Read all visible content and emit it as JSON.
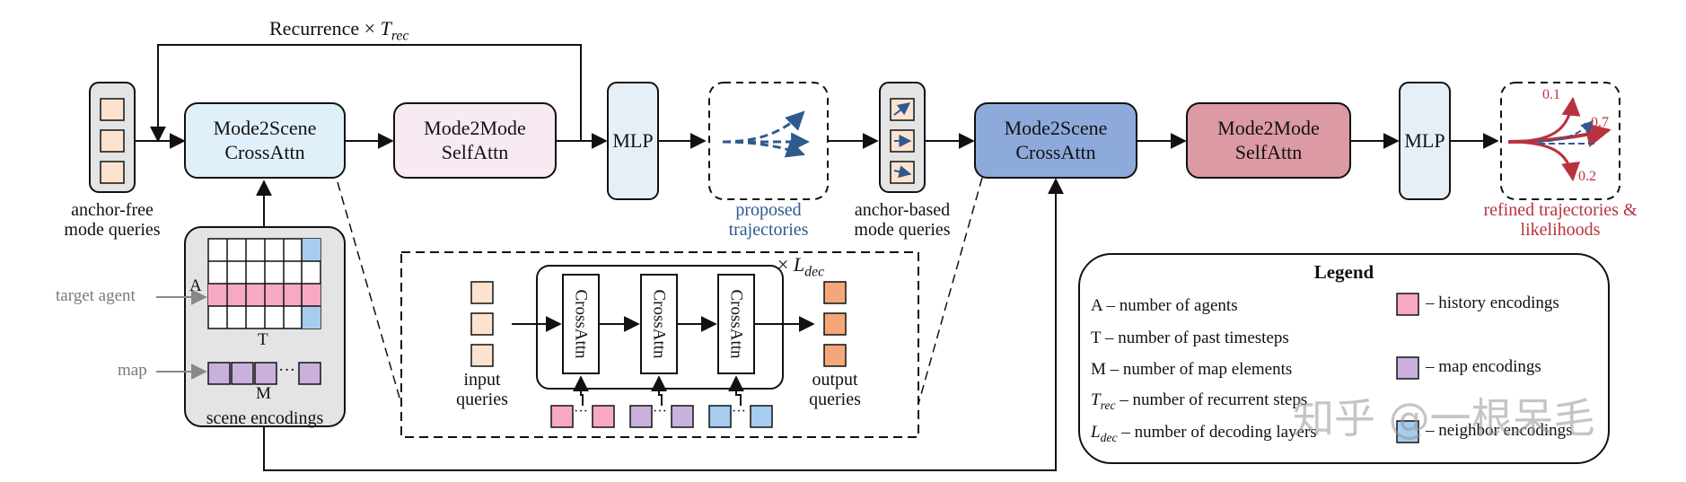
{
  "colors": {
    "ice_blue": "#dff0fa",
    "pink_light": "#f8eaf2",
    "steel_blue": "#8eaadb",
    "rose": "#dc9aa4",
    "query_fill": "#fbe3d0",
    "output_fill": "#f4a879",
    "history": "#f6a8c4",
    "map": "#c9b1dc",
    "neighbor": "#a6ccf0",
    "mlp_fill": "#e6eff5",
    "proposed_blue": "#2e5a8e",
    "refined_red": "#b8323e",
    "gray_label": "#7a7a7a"
  },
  "top": {
    "recurrence_text": "Recurrence ×",
    "recurrence_symbol": "T",
    "recurrence_sub": "rec"
  },
  "blocks": {
    "m2s_1": "Mode2Scene\nCrossAttn",
    "m2m_1": "Mode2Mode\nSelfAttn",
    "mlp_1": "MLP",
    "m2s_2": "Mode2Scene\nCrossAttn",
    "m2m_2": "Mode2Mode\nSelfAttn",
    "mlp_2": "MLP"
  },
  "labels": {
    "anchor_free_1": "anchor-free",
    "anchor_free_2": "mode queries",
    "proposed_1": "proposed",
    "proposed_2": "trajectories",
    "anchor_based_1": "anchor-based",
    "anchor_based_2": "mode queries",
    "refined_1": "refined trajectories &",
    "refined_2": "likelihoods",
    "prob_top": "0.1",
    "prob_mid": "0.7",
    "prob_bot": "0.2"
  },
  "scene": {
    "target_agent": "target agent",
    "map": "map",
    "A": "A",
    "T": "T",
    "M": "M",
    "dots": "···",
    "caption": "scene encodings"
  },
  "decoder": {
    "cross_attn": "CrossAttn",
    "times": "×",
    "L": "L",
    "L_sub": "dec",
    "input_1": "input",
    "input_2": "queries",
    "output_1": "output",
    "output_2": "queries",
    "dots": "···"
  },
  "legend": {
    "title": "Legend",
    "rows": [
      {
        "sym": "A",
        "text": " – number of agents"
      },
      {
        "sym": "T",
        "text": " – number of past timesteps"
      },
      {
        "sym": "M",
        "text": " – number of map elements"
      },
      {
        "sym": "T",
        "sub": "rec",
        "text": " – number of recurrent steps"
      },
      {
        "sym": "L",
        "sub": "dec",
        "text": " – number of decoding layers"
      }
    ],
    "swatches": [
      "– history encodings",
      "– map encodings",
      "– neighbor encodings"
    ]
  },
  "watermark": "知乎 @一根呆毛"
}
